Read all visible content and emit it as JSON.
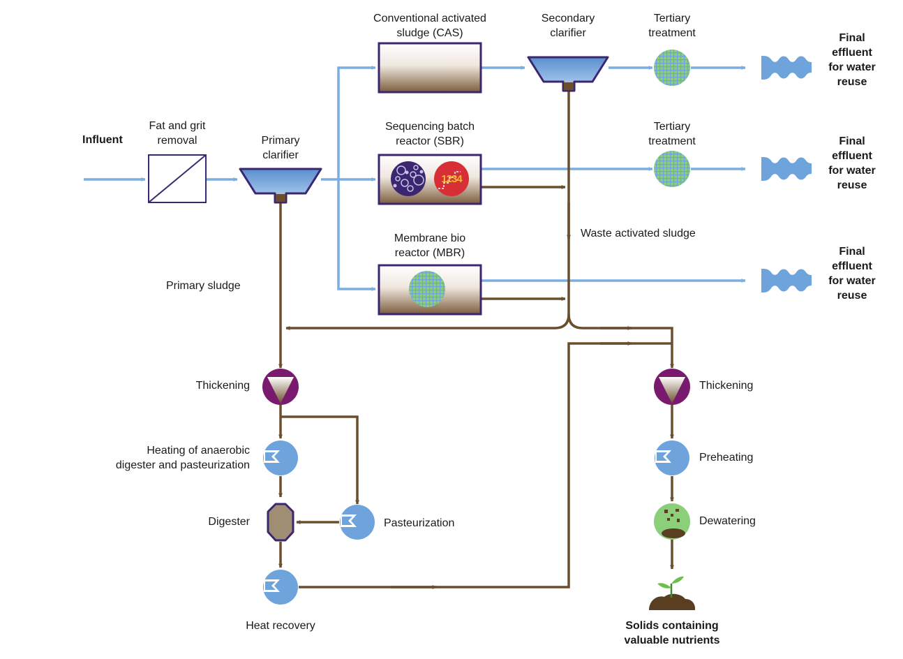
{
  "colors": {
    "water": "#7aaee0",
    "sludge": "#6b4e2e",
    "tank_outline": "#3b2670",
    "thickener": "#7a1a6e",
    "heater": "#6fa3dc",
    "filter": "#8ccf7a",
    "digester": "#a08e74"
  },
  "labels": {
    "influent": "Influent",
    "fat_grit": "Fat and grit\nremoval",
    "primary_clarifier": "Primary\nclarifier",
    "cas": "Conventional activated\nsludge (CAS)",
    "secondary_clarifier": "Secondary\nclarifier",
    "tertiary_1": "Tertiary\ntreatment",
    "tertiary_2": "Tertiary\ntreatment",
    "sbr": "Sequencing batch\nreactor (SBR)",
    "mbr": "Membrane bio\nreactor (MBR)",
    "waste_activated_sludge": "Waste activated sludge",
    "primary_sludge": "Primary sludge",
    "final_effluent_1": "Final\neffluent\nfor water\nreuse",
    "final_effluent_2": "Final\neffluent\nfor water\nreuse",
    "final_effluent_3": "Final\neffluent\nfor water\nreuse",
    "thickening_left": "Thickening",
    "heating_anaerobic": "Heating of anaerobic\ndigester and pasteurization",
    "digester": "Digester",
    "pasteurization": "Pasteurization",
    "heat_recovery": "Heat recovery",
    "thickening_right": "Thickening",
    "preheating": "Preheating",
    "dewatering": "Dewatering",
    "solids": "Solids containing\nvaluable nutrients",
    "sbr_step_numbers": "1234"
  }
}
